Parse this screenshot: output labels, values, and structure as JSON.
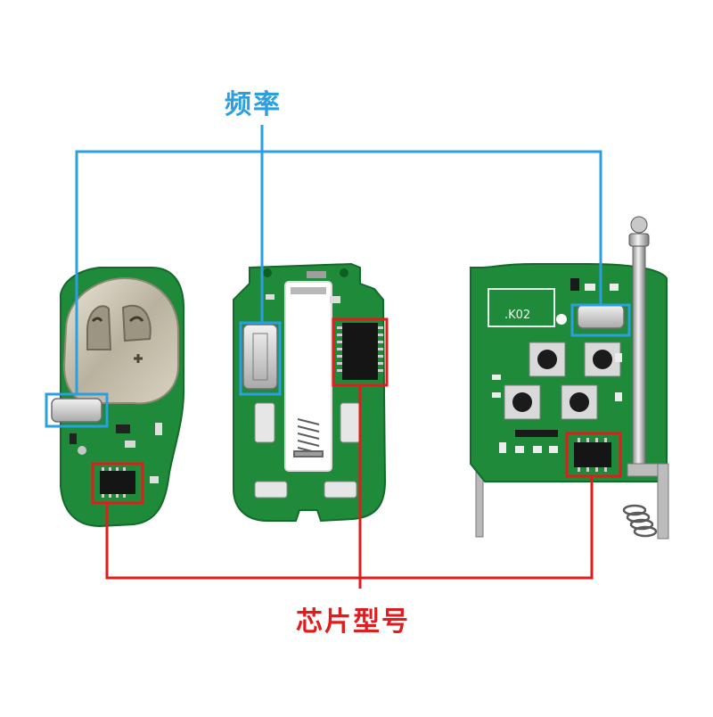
{
  "labels": {
    "frequency": "频率",
    "chip_model": "芯片型号"
  },
  "board_right": {
    "silkscreen": ".K02"
  },
  "colors": {
    "frequency_callout": "#2b9fe0",
    "chip_callout": "#e01c1c",
    "pcb_green": "#1f8a3a",
    "pcb_dark": "#126b2a",
    "background": "#ffffff"
  }
}
